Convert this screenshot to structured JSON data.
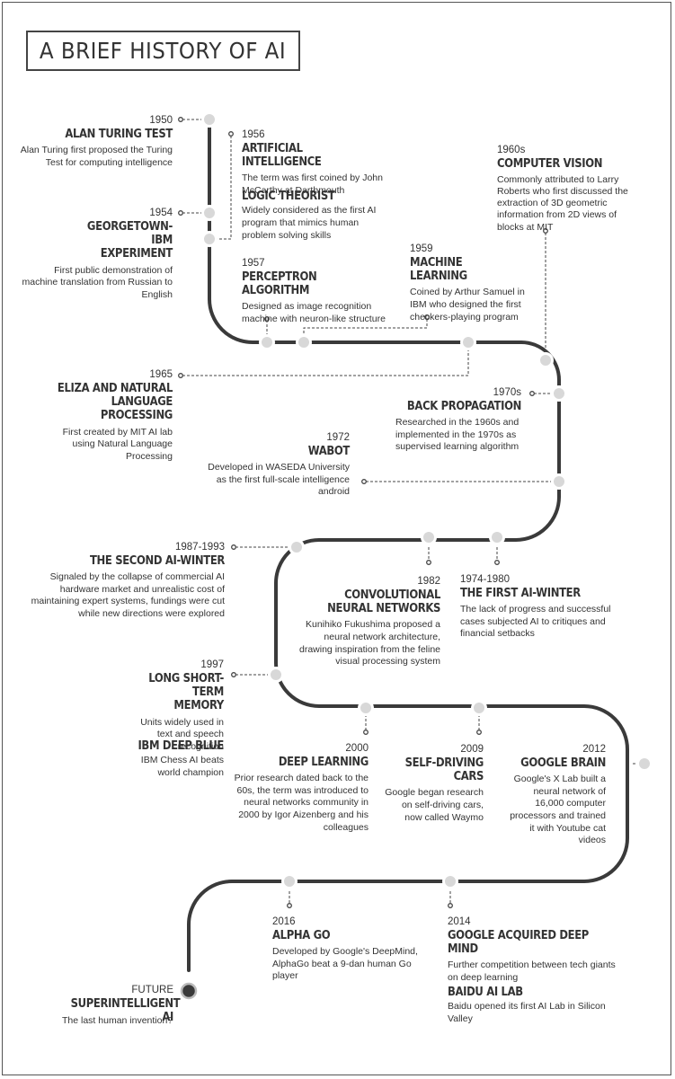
{
  "title": "A BRIEF HISTORY OF AI",
  "colors": {
    "line": "#3a3a3a",
    "node": "#d6d6d6",
    "text": "#333333"
  },
  "events": [
    {
      "id": "turing",
      "year": "1950",
      "heading": "ALAN TURING TEST",
      "desc": "Alan Turing first proposed the Turing Test for computing intelligence"
    },
    {
      "id": "ai",
      "year": "1956",
      "heading": "ARTIFICIAL INTELLIGENCE",
      "desc": "The term was first coined by John McCarthy at Darthmouth"
    },
    {
      "id": "logic",
      "year": "",
      "heading": "LOGIC THEORIST",
      "desc": "Widely considered as the first AI program that mimics human problem solving skills"
    },
    {
      "id": "cv",
      "year": "1960s",
      "heading": "COMPUTER VISION",
      "desc": "Commonly attributed to Larry Roberts who first discussed the extraction of 3D geometric information from 2D views of blocks at MIT"
    },
    {
      "id": "georgetown",
      "year": "1954",
      "heading": "GEORGETOWN-IBM EXPERIMENT",
      "desc": "First public demonstration of machine translation from Russian to English"
    },
    {
      "id": "perceptron",
      "year": "1957",
      "heading": "PERCEPTRON ALGORITHM",
      "desc": "Designed as image recognition machine with neuron-like structure"
    },
    {
      "id": "ml",
      "year": "1959",
      "heading": "MACHINE LEARNING",
      "desc": "Coined by Arthur Samuel in IBM who designed the first checkers-playing program"
    },
    {
      "id": "eliza",
      "year": "1965",
      "heading": "ELIZA AND NATURAL LANGUAGE PROCESSING",
      "desc": "First created by MIT AI lab using Natural Language Processing"
    },
    {
      "id": "backprop",
      "year": "1970s",
      "heading": "BACK PROPAGATION",
      "desc": "Researched in the 1960s and implemented in the 1970s as supervised learning algorithm"
    },
    {
      "id": "wabot",
      "year": "1972",
      "heading": "WABOT",
      "desc": "Developed in WASEDA University as the first full-scale intelligence android"
    },
    {
      "id": "winter2",
      "year": "1987-1993",
      "heading": "THE SECOND AI-WINTER",
      "desc": "Signaled by the collapse of commercial AI hardware market and unrealistic cost of maintaining expert systems, fundings were cut while new directions were explored"
    },
    {
      "id": "cnn",
      "year": "1982",
      "heading": "CONVOLUTIONAL NEURAL NETWORKS",
      "desc": "Kunihiko Fukushima proposed a neural network architecture, drawing inspiration from the feline visual processing system"
    },
    {
      "id": "winter1",
      "year": "1974-1980",
      "heading": "THE FIRST AI-WINTER",
      "desc": "The lack of progress and successful cases subjected AI to critiques and financial setbacks"
    },
    {
      "id": "lstm",
      "year": "1997",
      "heading": "LONG SHORT-TERM MEMORY",
      "desc": "Units widely used in text and speech recognition"
    },
    {
      "id": "deepblue",
      "year": "",
      "heading": "IBM DEEP BLUE",
      "desc": "IBM Chess AI beats world champion"
    },
    {
      "id": "dl",
      "year": "2000",
      "heading": "DEEP LEARNING",
      "desc": "Prior research dated back to the 60s, the term was introduced to neural networks community in 2000 by Igor Aizenberg and his colleagues"
    },
    {
      "id": "sdc",
      "year": "2009",
      "heading": "SELF-DRIVING CARS",
      "desc": "Google began research on self-driving cars, now called Waymo"
    },
    {
      "id": "brain",
      "year": "2012",
      "heading": "GOOGLE BRAIN",
      "desc": "Google's X Lab built a neural network of 16,000 computer processors and trained it with Youtube cat videos"
    },
    {
      "id": "alphago",
      "year": "2016",
      "heading": "ALPHA GO",
      "desc": "Developed by Google's DeepMind, AlphaGo beat a 9-dan human Go player"
    },
    {
      "id": "deepmind",
      "year": "2014",
      "heading": "GOOGLE ACQUIRED DEEP MIND",
      "desc": "Further competition between tech giants on deep learning"
    },
    {
      "id": "baidu",
      "year": "",
      "heading": "BAIDU AI LAB",
      "desc": "Baidu opened its first AI Lab in Silicon Valley"
    },
    {
      "id": "future",
      "year": "FUTURE",
      "heading": "SUPERINTELLIGENT AI",
      "desc": "The last human invention?"
    }
  ]
}
